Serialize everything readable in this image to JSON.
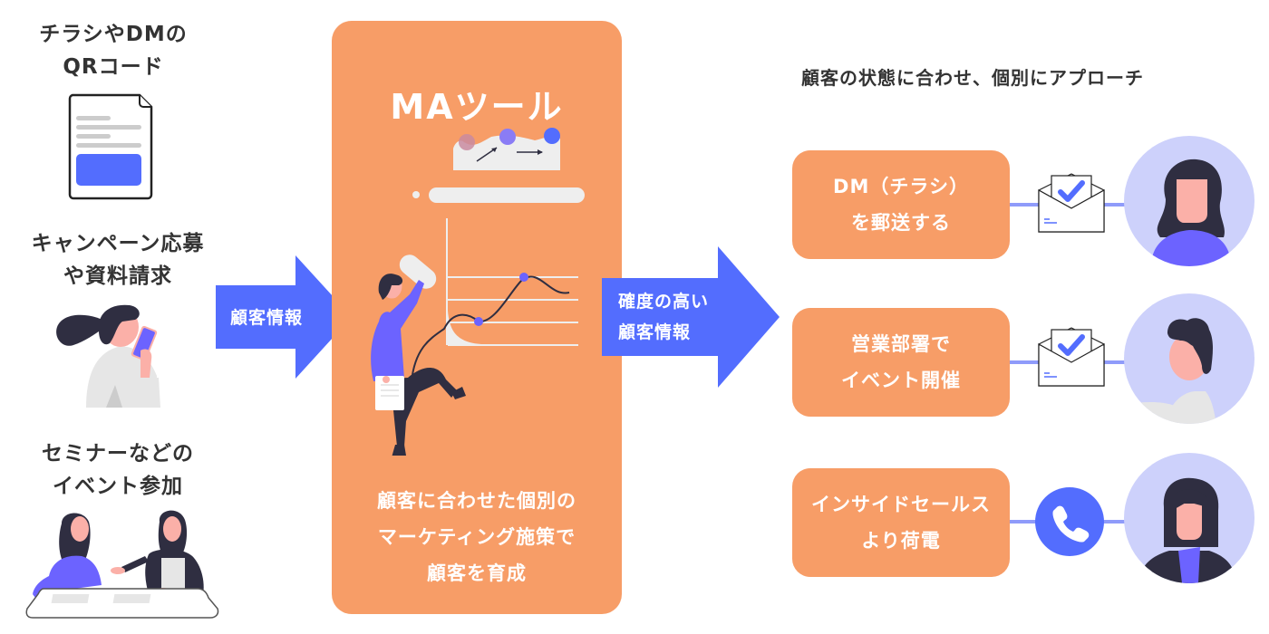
{
  "colors": {
    "orange": "#F79D67",
    "blue": "#536DFE",
    "purple": "#6C63FF",
    "avatar_bg": "#CDD1FB",
    "connector": "#8F9BFA",
    "text_dark": "#333333",
    "hair": "#2F2E41",
    "skin": "#FBB0A8",
    "light_gray": "#EEEEEE"
  },
  "sources": [
    {
      "label_line1": "チラシやDMの",
      "label_line2": "QRコード",
      "icon": "flyer-document-icon"
    },
    {
      "label_line1": "キャンペーン応募",
      "label_line2": "や資料請求",
      "icon": "woman-with-phone-illustration"
    },
    {
      "label_line1": "セミナーなどの",
      "label_line2": "イベント参加",
      "icon": "seminar-meeting-illustration"
    }
  ],
  "arrow_in": {
    "label": "顧客情報"
  },
  "ma_tool": {
    "title": "MAツール",
    "desc_line1": "顧客に合わせた個別の",
    "desc_line2": "マーケティング施策で",
    "desc_line3": "顧客を育成",
    "illustration": "woman-climbing-growth-chart-illustration"
  },
  "arrow_out": {
    "label_line1": "確度の高い",
    "label_line2": "顧客情報"
  },
  "approach": {
    "title": "顧客の状態に合わせ、個別にアプローチ",
    "actions": [
      {
        "line1": "DM（チラシ）",
        "line2": "を郵送する",
        "channel_icon": "mail-check-icon",
        "avatar": "woman-avatar-long-hair"
      },
      {
        "line1": "営業部署で",
        "line2": "イベント開催",
        "channel_icon": "mail-check-icon",
        "avatar": "man-avatar"
      },
      {
        "line1": "インサイドセールス",
        "line2": "より荷電",
        "channel_icon": "phone-icon",
        "avatar": "woman-avatar-bob"
      }
    ]
  }
}
